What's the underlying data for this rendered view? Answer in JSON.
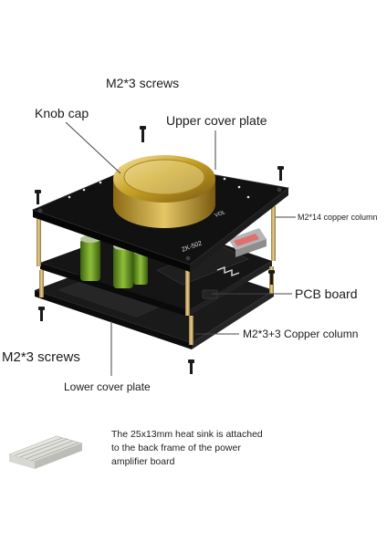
{
  "labels": {
    "top_screws": "M2*3 screws",
    "knob_cap": "Knob cap",
    "upper_plate": "Upper cover plate",
    "copper_column_14": "M2*14 copper column",
    "pcb_board": "PCB board",
    "copper_column_33": "M2*3+3 Copper column",
    "bottom_screws": "M2*3 screws",
    "lower_plate": "Lower cover plate"
  },
  "heatsink_note": {
    "line1": "The 25x13mm heat sink is attached",
    "line2": "to the back frame of the power",
    "line3": "amplifier board"
  },
  "board_text": {
    "model": "ZK-502",
    "vol": "VOL"
  },
  "colors": {
    "board": "#141414",
    "gold": "#c9a227",
    "capacitor": "#5d8a1e",
    "copper": "#c8a86a",
    "line": "#444444"
  }
}
